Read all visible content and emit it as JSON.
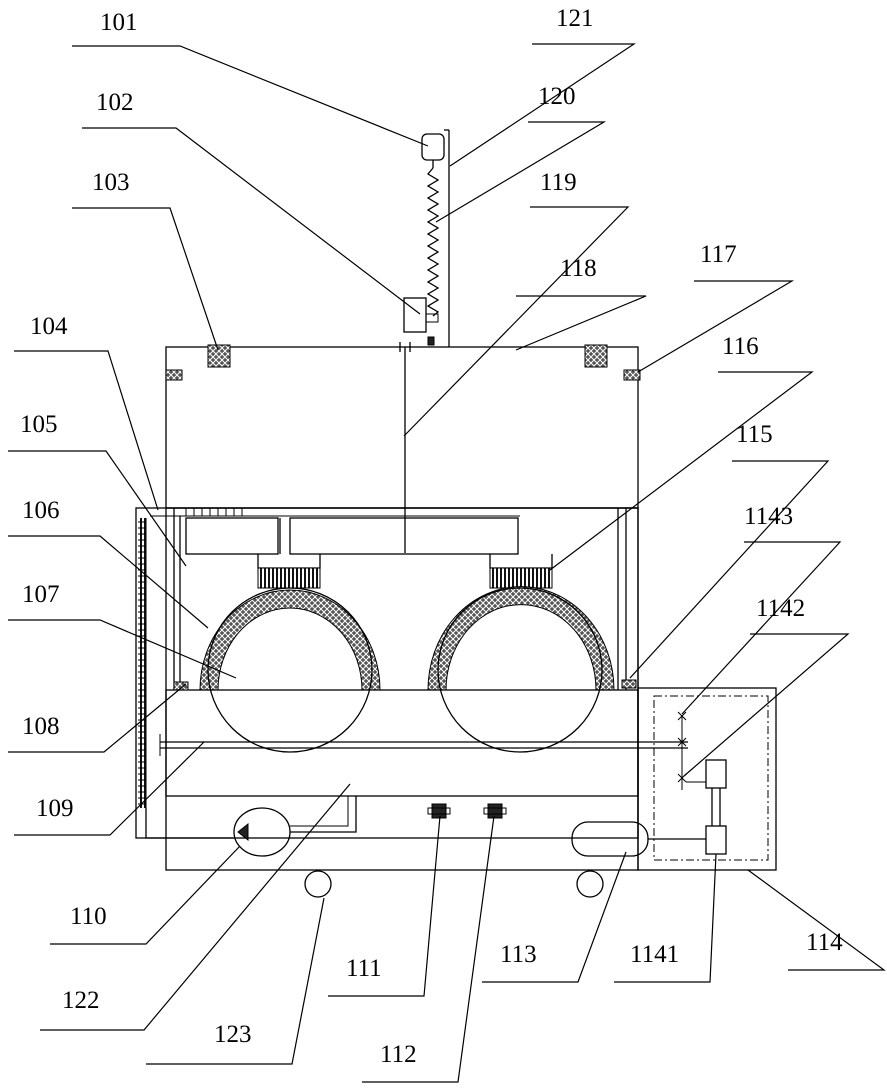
{
  "labels": {
    "l101": "101",
    "l102": "102",
    "l103": "103",
    "l104": "104",
    "l105": "105",
    "l106": "106",
    "l107": "107",
    "l108": "108",
    "l109": "109",
    "l110": "110",
    "l111": "111",
    "l112": "112",
    "l113": "113",
    "l114": "114",
    "l115": "115",
    "l116": "116",
    "l117": "117",
    "l118": "118",
    "l119": "119",
    "l120": "120",
    "l121": "121",
    "l122": "122",
    "l123": "123",
    "l1141": "1141",
    "l1142": "1142",
    "l1143": "1143"
  }
}
